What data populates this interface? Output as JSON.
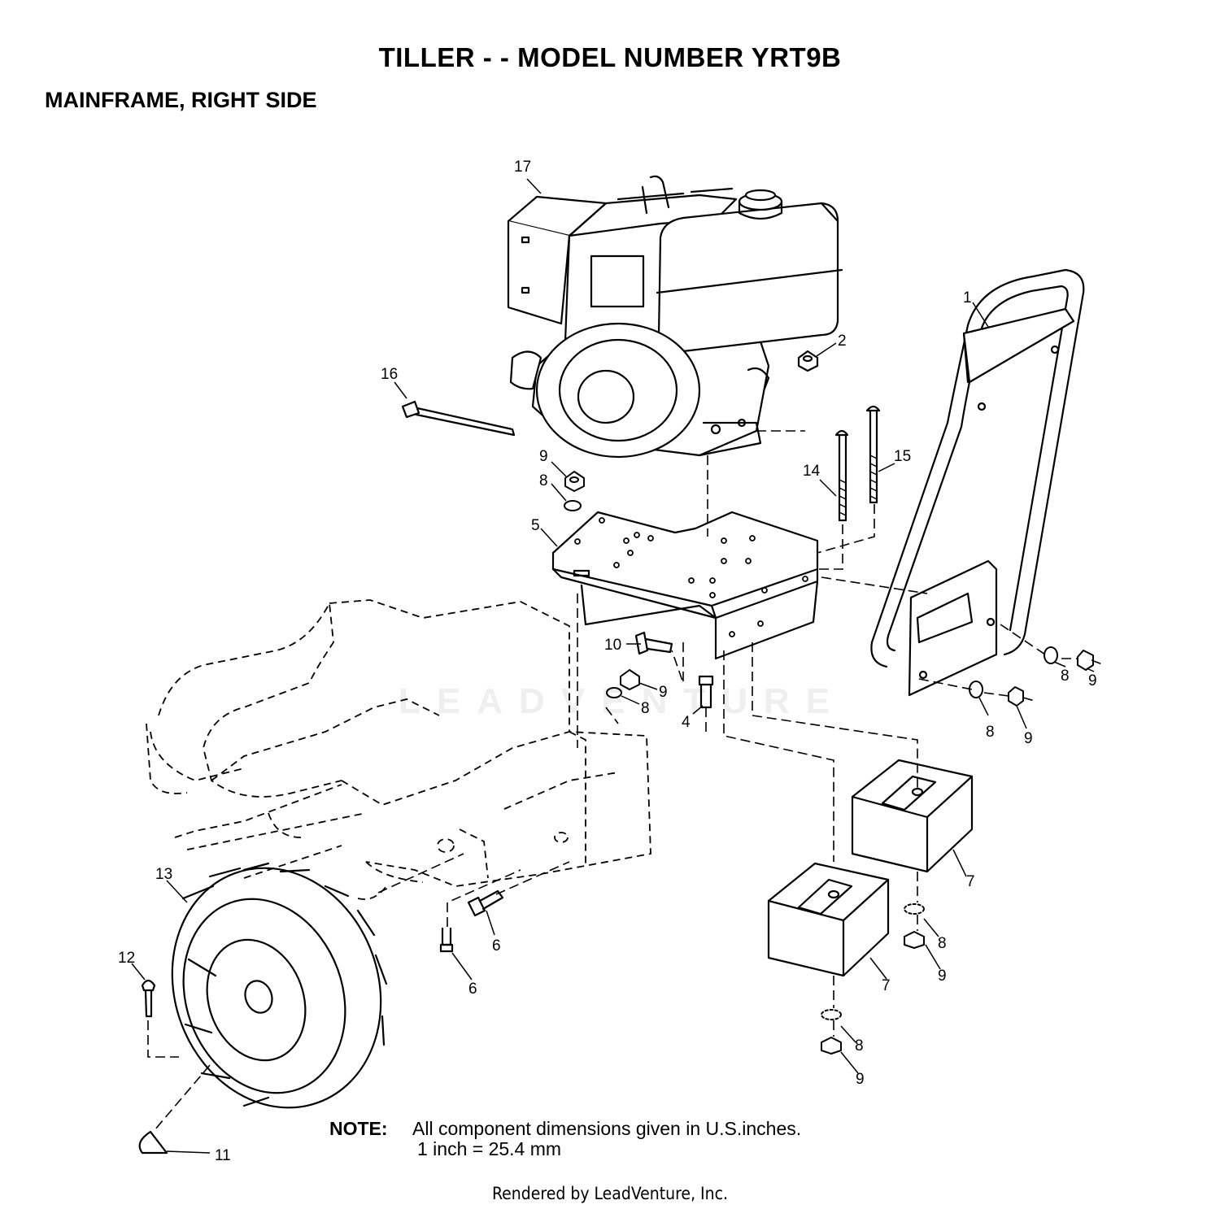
{
  "header": {
    "title": "TILLER - - MODEL NUMBER YRT9B",
    "subtitle": "MAINFRAME, RIGHT SIDE"
  },
  "callouts": [
    {
      "id": "c17",
      "label": "17"
    },
    {
      "id": "c1",
      "label": "1"
    },
    {
      "id": "c2",
      "label": "2"
    },
    {
      "id": "c16",
      "label": "16"
    },
    {
      "id": "c9a",
      "label": "9"
    },
    {
      "id": "c8a",
      "label": "8"
    },
    {
      "id": "c14",
      "label": "14"
    },
    {
      "id": "c15",
      "label": "15"
    },
    {
      "id": "c5",
      "label": "5"
    },
    {
      "id": "c10",
      "label": "10"
    },
    {
      "id": "c9b",
      "label": "9"
    },
    {
      "id": "c8b",
      "label": "8"
    },
    {
      "id": "c4",
      "label": "4"
    },
    {
      "id": "c8c",
      "label": "8"
    },
    {
      "id": "c9c",
      "label": "9"
    },
    {
      "id": "c8d",
      "label": "8"
    },
    {
      "id": "c9d",
      "label": "9"
    },
    {
      "id": "c7a",
      "label": "7"
    },
    {
      "id": "c13",
      "label": "13"
    },
    {
      "id": "c6a",
      "label": "6"
    },
    {
      "id": "c6b",
      "label": "6"
    },
    {
      "id": "c12",
      "label": "12"
    },
    {
      "id": "c8e",
      "label": "8"
    },
    {
      "id": "c9e",
      "label": "9"
    },
    {
      "id": "c7b",
      "label": "7"
    },
    {
      "id": "c8f",
      "label": "8"
    },
    {
      "id": "c9f",
      "label": "9"
    },
    {
      "id": "c11",
      "label": "11"
    }
  ],
  "note": {
    "label": "NOTE:",
    "line1": "All component dimensions given in U.S.inches.",
    "line2": "1 inch = 25.4 mm"
  },
  "footer": {
    "text": "Rendered by LeadVenture, Inc."
  },
  "watermark": {
    "text": "LEADVENTURE"
  }
}
